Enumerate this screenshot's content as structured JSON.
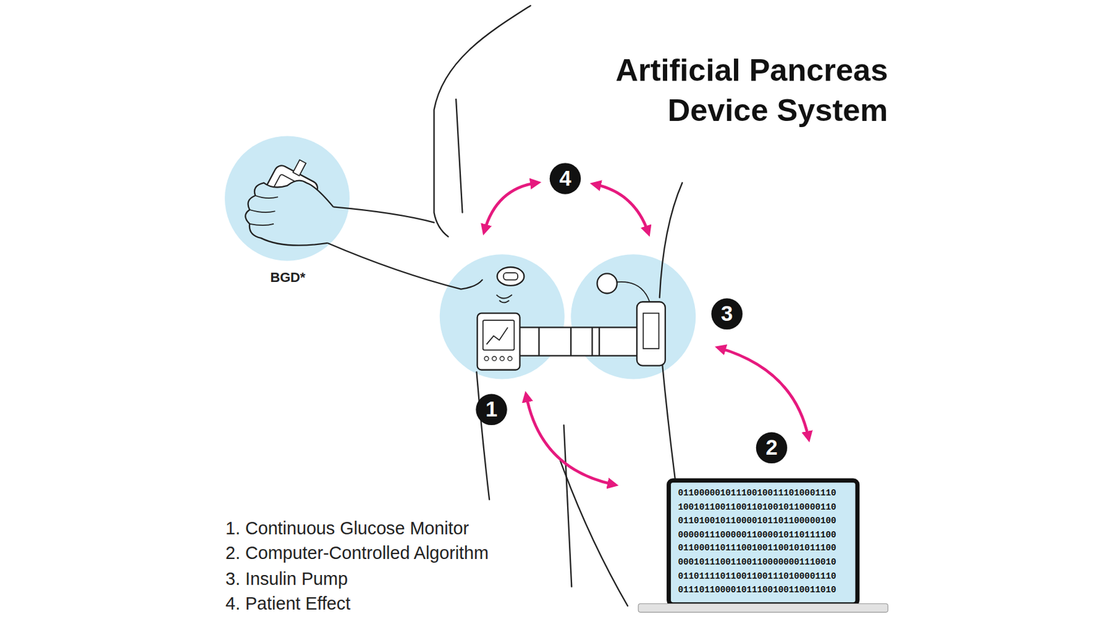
{
  "diagram": {
    "title": "Artificial Pancreas Device System",
    "labels": [
      "4",
      "BGD*",
      "3",
      "1",
      "2",
      "011000001011100100111010001110",
      "100101100110011010010110000110",
      "011010010110000101101100000100",
      "000001110000011000010110111100",
      "011000110111001001100101011100",
      "000101110011001100000001110010",
      "011011110110011001110100001110",
      "011101100001011100100110011010",
      "1. Continuous Glucose Monitor",
      "2. Computer-Controlled Algorithm",
      "3. Insulin Pump",
      "4. Patient Effect"
    ]
  }
}
